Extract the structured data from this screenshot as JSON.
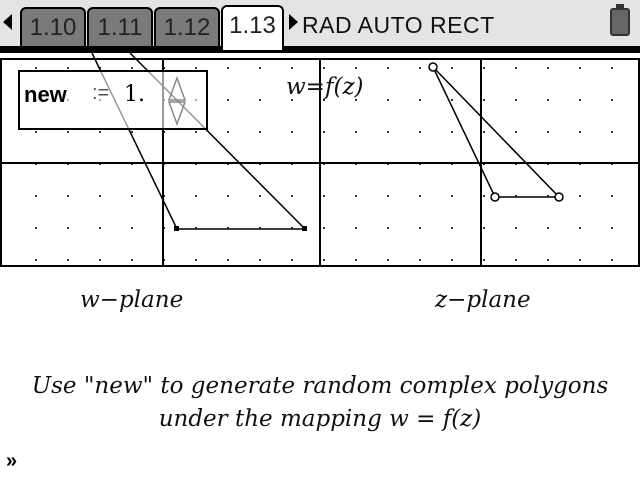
{
  "tabs": [
    {
      "label": "1.10"
    },
    {
      "label": "1.11"
    },
    {
      "label": "1.12"
    },
    {
      "label": "1.13",
      "active": true
    }
  ],
  "status": "RAD AUTO RECT",
  "slider": {
    "name": "new",
    "assign": ":=",
    "value": "1."
  },
  "graph": {
    "formula": "w=f(z)",
    "w_label": "w−plane",
    "z_label": "z−plane"
  },
  "instructions": {
    "line1": "Use \"new\" to generate random complex polygons",
    "line2": "under the mapping w = f(z)"
  },
  "prompt": "»"
}
